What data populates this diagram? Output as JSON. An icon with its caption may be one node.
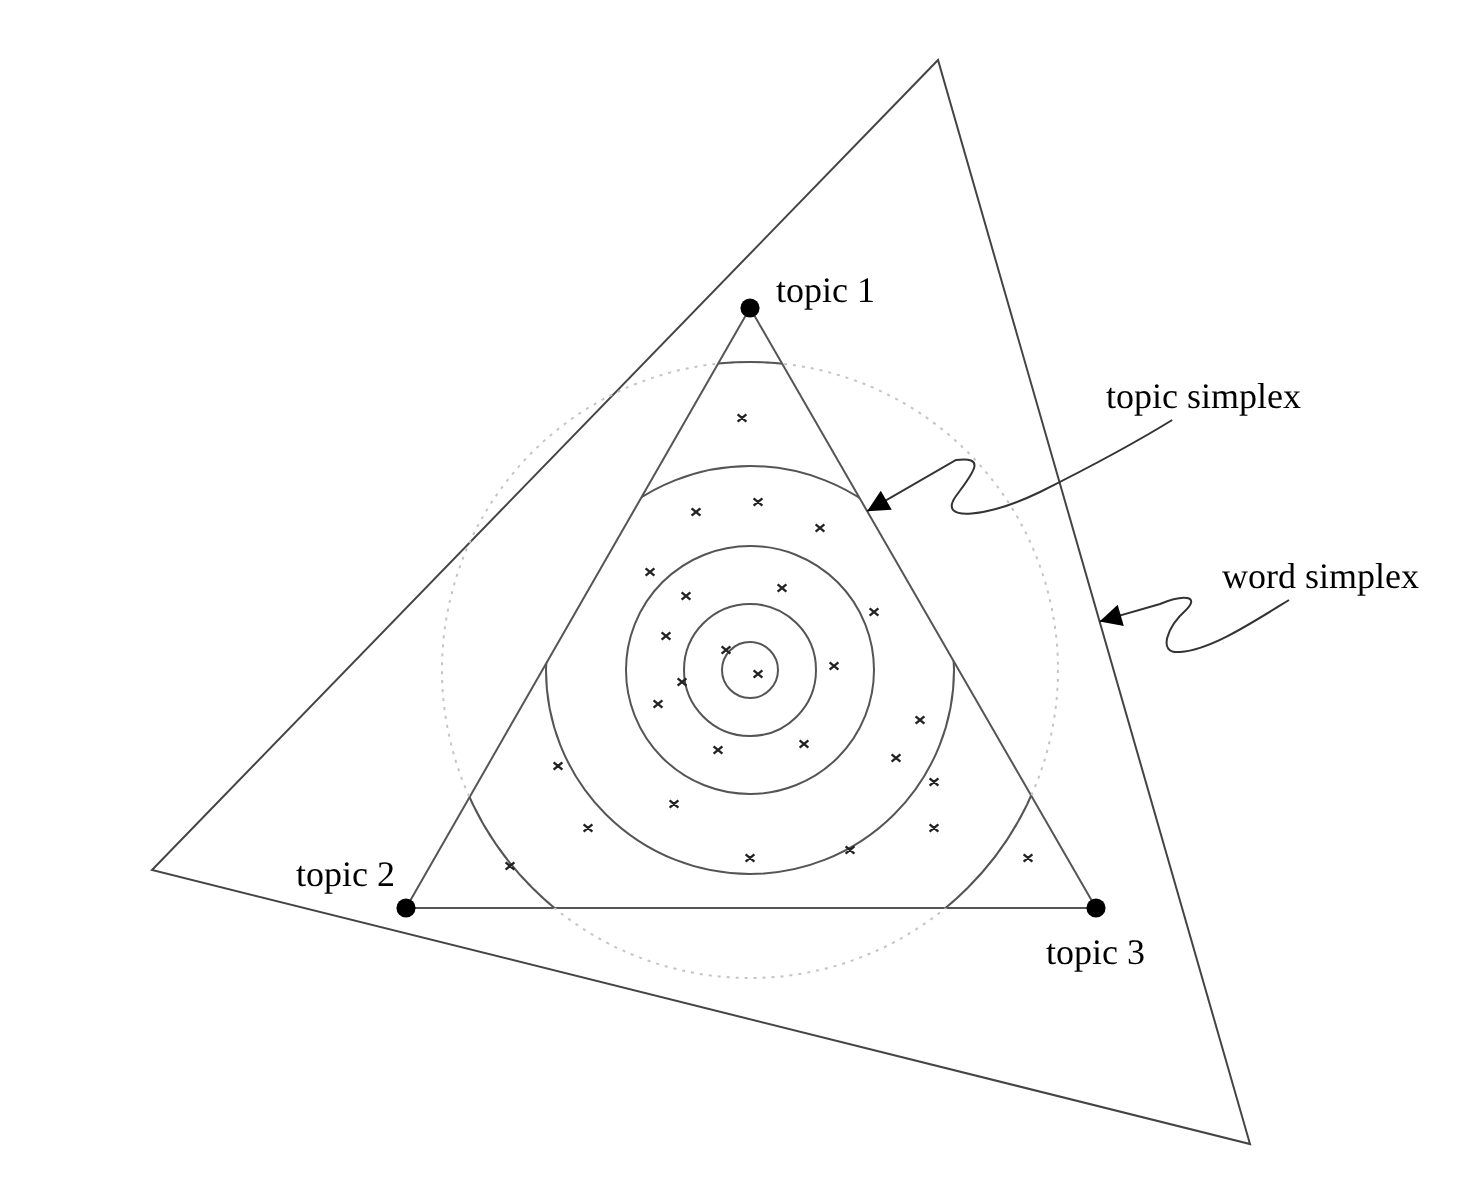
{
  "diagram": {
    "nodes": [
      {
        "text": [],
        "shape": "triangle"
      },
      {
        "text": [],
        "shape": "triangle",
        "in": 0
      },
      {
        "text": [
          "topic simplex"
        ]
      },
      {
        "text": [
          "word simplex"
        ]
      }
    ],
    "edges": [
      {
        "from": 2,
        "to": 1,
        "arrow": "to"
      },
      {
        "from": 3,
        "to": 0,
        "arrow": "to"
      }
    ],
    "labels": [
      "topic 1",
      "topic 2",
      "topic 3"
    ]
  }
}
